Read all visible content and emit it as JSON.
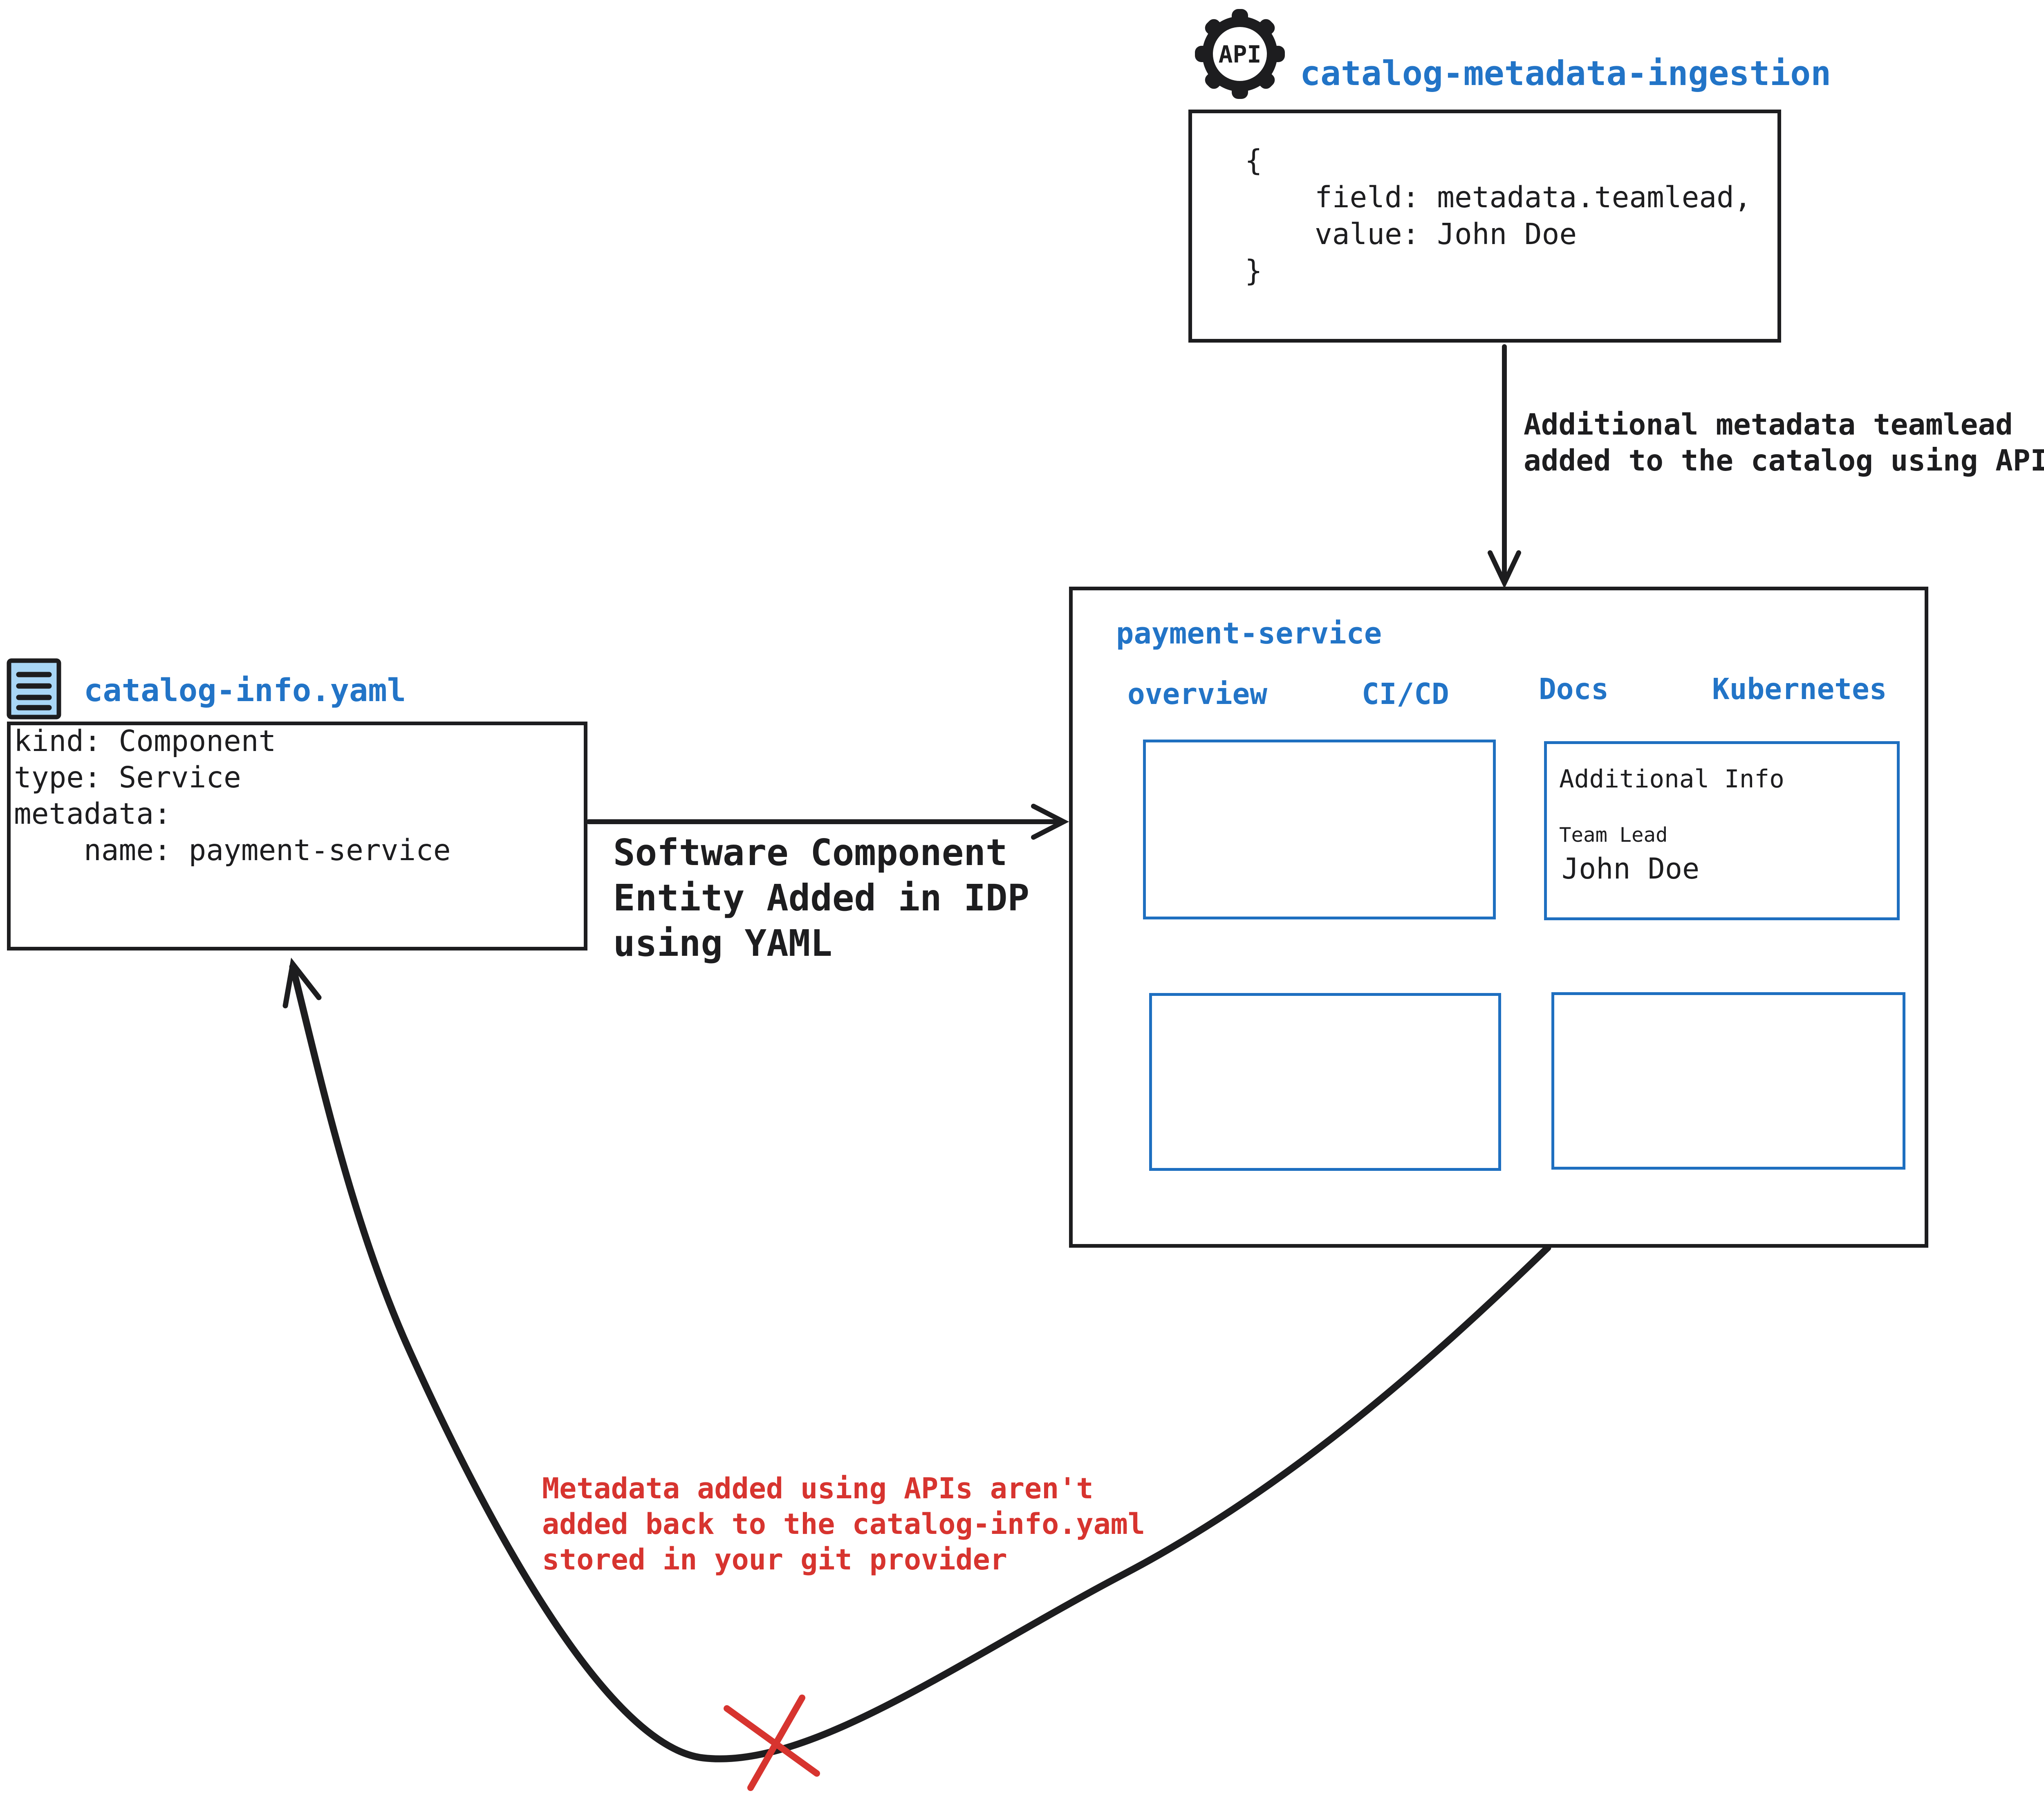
{
  "colors": {
    "accent_blue": "#2274c7",
    "border_blue": "#1e6fc0",
    "ink_black": "#1d1d1f",
    "alert_red": "#d7342f",
    "file_icon_fill": "#a9d6f6"
  },
  "api_ingestion": {
    "icon_label": "API",
    "title": "catalog-metadata-ingestion",
    "code_lines": [
      "{",
      "    field: metadata.teamlead,",
      "    value: John Doe",
      "}"
    ]
  },
  "api_arrow": {
    "label_lines": [
      "Additional metadata teamlead",
      "added to the catalog using APIs"
    ]
  },
  "yaml_file": {
    "title": "catalog-info.yaml",
    "code_lines": [
      "kind: Component",
      "type: Service",
      "metadata:",
      "    name: payment-service"
    ]
  },
  "yaml_arrow": {
    "label_lines": [
      "Software Component",
      "Entity Added in IDP",
      "using YAML"
    ]
  },
  "idp_portal": {
    "title": "payment-service",
    "tabs": [
      "overview",
      "CI/CD",
      "Docs",
      "Kubernetes"
    ],
    "additional_info": {
      "heading": "Additional Info",
      "field_label": "Team Lead",
      "field_value": "John Doe"
    }
  },
  "return_arrow": {
    "label_lines": [
      "Metadata added using APIs aren't",
      "added back to the catalog-info.yaml",
      "stored in your git provider"
    ]
  }
}
